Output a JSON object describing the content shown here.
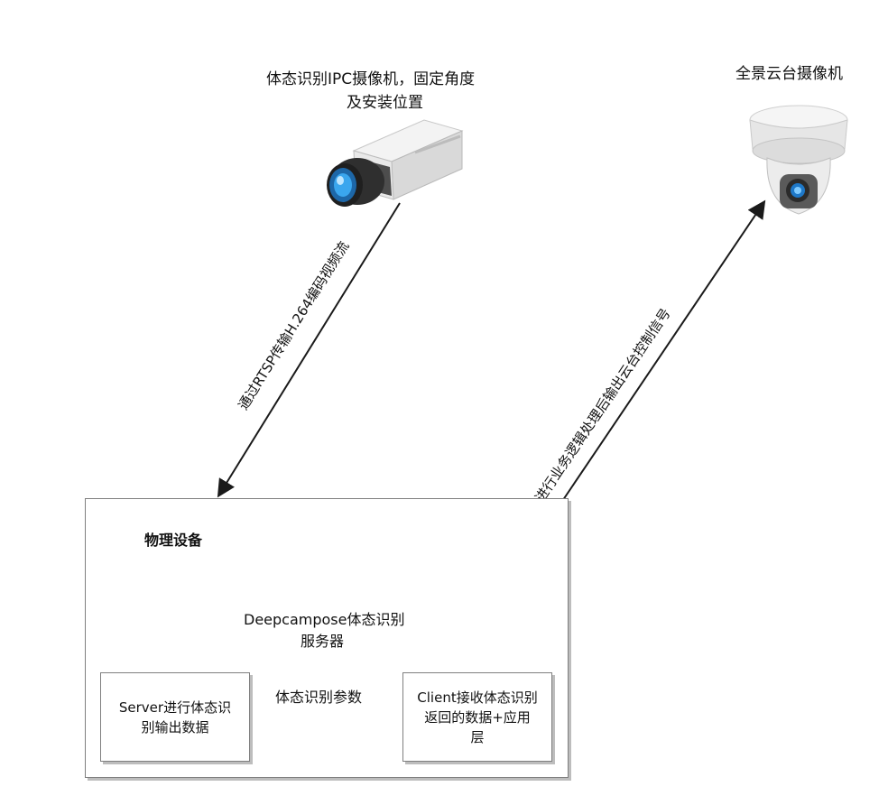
{
  "ipc_camera": {
    "label_line1": "体态识别IPC摄像机，固定角度",
    "label_line2": "及安装位置",
    "icon": "cctv-bullet-camera-icon"
  },
  "ptz_camera": {
    "label": "全景云台摄像机",
    "icon": "ptz-dome-camera-icon"
  },
  "stream_arrow": {
    "label": "通过RTSP传输H.264编码视频流"
  },
  "control_arrow": {
    "label": "应用层进行业务逻辑处理后输出云台控制信号"
  },
  "physical_device": {
    "title": "物理设备",
    "server_name_line1": "Deepcampose体态识别",
    "server_name_line2": "服务器",
    "server_box": {
      "line1": "Server进行体态识",
      "line2": "别输出数据"
    },
    "params_arrow": {
      "label": "体态识别参数"
    },
    "client_box": {
      "line1": "Client接收体态识别",
      "line2": "返回的数据+应用",
      "line3": "层"
    }
  }
}
